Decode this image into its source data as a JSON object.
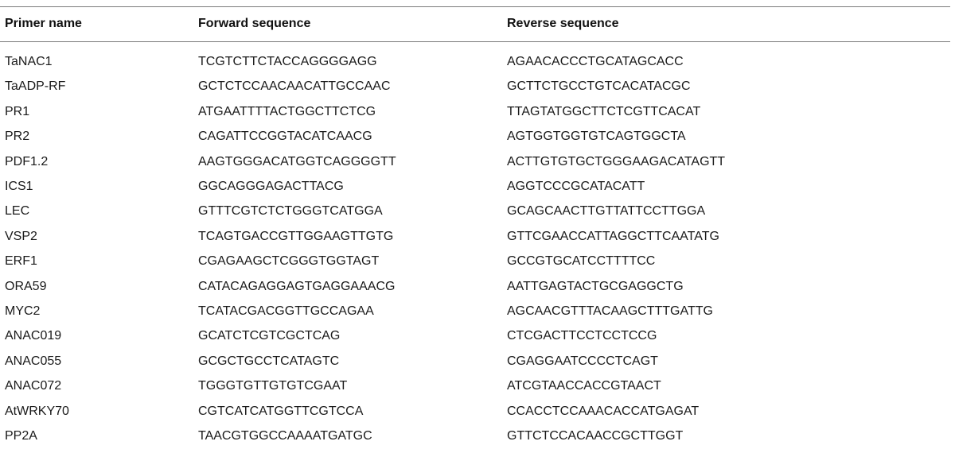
{
  "table": {
    "columns": [
      "Primer name",
      "Forward sequence",
      "Reverse sequence"
    ],
    "rows": [
      [
        "TaNAC1",
        "TCGTCTTCTACCAGGGGAGG",
        "AGAACACCCTGCATAGCACC"
      ],
      [
        "TaADP-RF",
        "GCTCTCCAACAACATTGCCAAC",
        "GCTTCTGCCTGTCACATACGC"
      ],
      [
        "PR1",
        "ATGAATTTTACTGGCTTCTCG",
        "TTAGTATGGCTTCTCGTTCACAT"
      ],
      [
        "PR2",
        "CAGATTCCGGTACATCAACG",
        "AGTGGTGGTGTCAGTGGCTA"
      ],
      [
        "PDF1.2",
        "AAGTGGGACATGGTCAGGGGTT",
        "ACTTGTGTGCTGGGAAGACATAGTT"
      ],
      [
        "ICS1",
        "GGCAGGGAGACTTACG",
        "AGGTCCCGCATACATT"
      ],
      [
        "LEC",
        "GTTTCGTCTCTGGGTCATGGA",
        "GCAGCAACTTGTTATTCCTTGGA"
      ],
      [
        "VSP2",
        "TCAGTGACCGTTGGAAGTTGTG",
        "GTTCGAACCATTAGGCTTCAATATG"
      ],
      [
        "ERF1",
        "CGAGAAGCTCGGGTGGTAGT",
        "GCCGTGCATCCTTTTCC"
      ],
      [
        "ORA59",
        "CATACAGAGGAGTGAGGAAACG",
        "AATTGAGTACTGCGAGGCTG"
      ],
      [
        "MYC2",
        "TCATACGACGGTTGCCAGAA",
        "AGCAACGTTTACAAGCTTTGATTG"
      ],
      [
        "ANAC019",
        "GCATCTCGTCGCTCAG",
        "CTCGACTTCCTCCTCCG"
      ],
      [
        "ANAC055",
        "GCGCTGCCTCATAGTC",
        "CGAGGAATCCCCTCAGT"
      ],
      [
        "ANAC072",
        "TGGGTGTTGTGTCGAAT",
        "ATCGTAACCACCGTAACT"
      ],
      [
        "AtWRKY70",
        "CGTCATCATGGTTCGTCCA",
        "CCACCTCCAAACACCATGAGAT"
      ],
      [
        "PP2A",
        "TAACGTGGCCAAAATGATGC",
        "GTTCTCCACAACCGCTTGGT"
      ]
    ]
  }
}
